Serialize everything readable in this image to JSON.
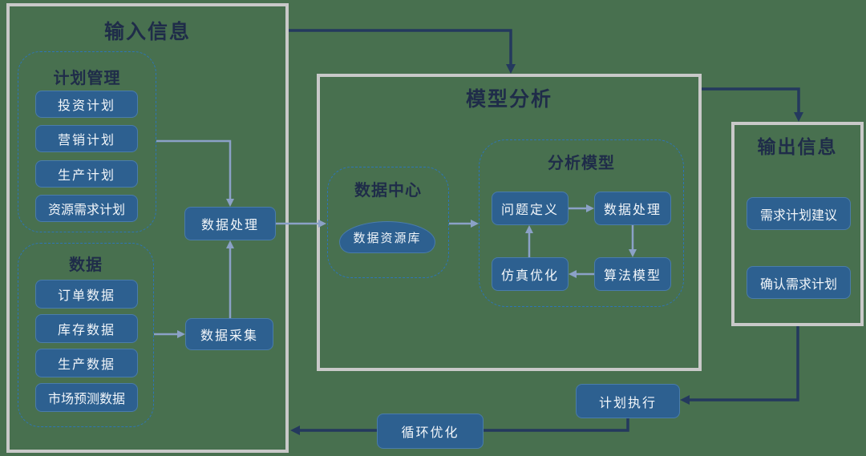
{
  "colors": {
    "background": "#48704F",
    "panel-border": "#c9c9c9",
    "node-fill": "#2d6090",
    "node-border": "#4a7cab",
    "node-text": "#f2f6fa",
    "title-text": "#1f2c49",
    "dashed-border": "#2e75b6",
    "arrow-light": "#8ba1c7",
    "arrow-dark": "#24395e"
  },
  "panels": {
    "input": {
      "title": "输入信息"
    },
    "model": {
      "title": "模型分析"
    },
    "output": {
      "title": "输出信息"
    }
  },
  "groups": {
    "plan": {
      "title": "计划管理",
      "items": [
        "投资计划",
        "营销计划",
        "生产计划",
        "资源需求计划"
      ]
    },
    "data": {
      "title": "数据",
      "items": [
        "订单数据",
        "库存数据",
        "生产数据",
        "市场预测数据"
      ]
    },
    "data_center": {
      "title": "数据中心",
      "repository": "数据资源库"
    },
    "analysis": {
      "title": "分析模型",
      "items": [
        "问题定义",
        "数据处理",
        "仿真优化",
        "算法模型"
      ]
    }
  },
  "nodes": {
    "data_processing": "数据处理",
    "data_collection": "数据采集",
    "plan_execution": "计划执行",
    "loop_optimization": "循环优化"
  },
  "output_items": [
    "需求计划建议",
    "确认需求计划"
  ]
}
